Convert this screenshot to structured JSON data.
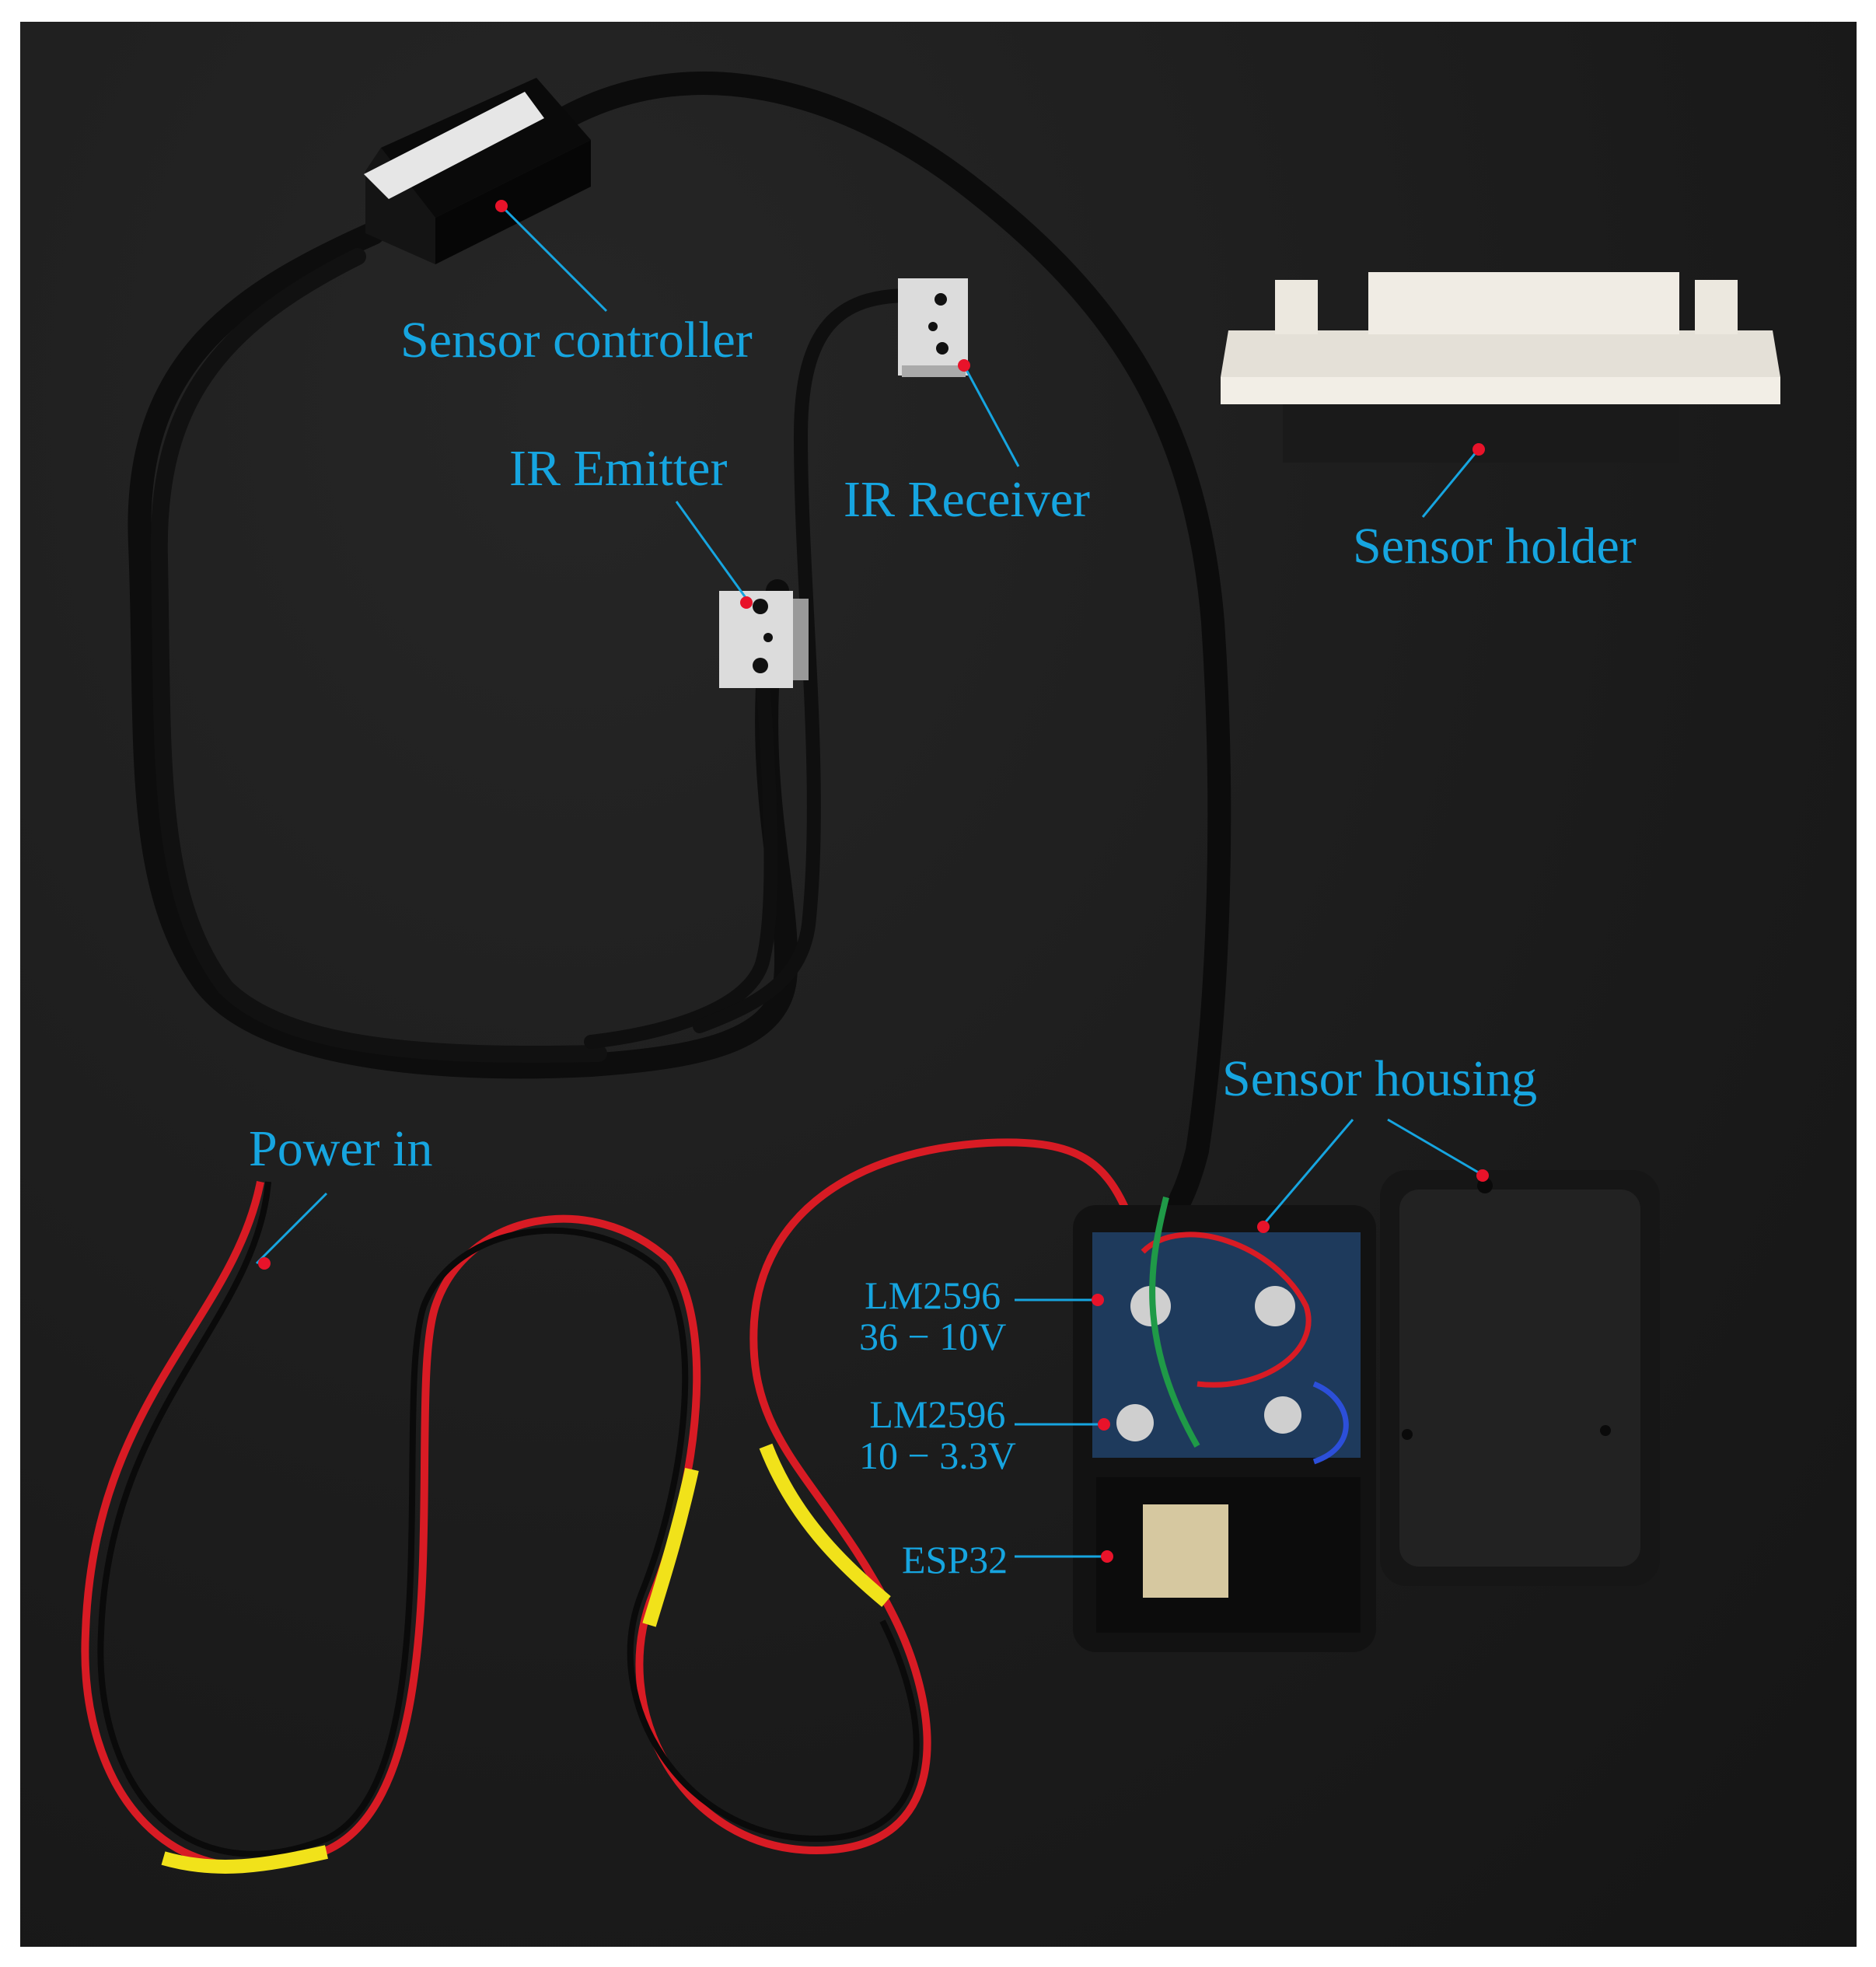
{
  "colors": {
    "background": "#1c1c1c",
    "label": "#16a5e0",
    "marker": "#e8132a",
    "cable": "#0b0b0b",
    "wire_red": "#d81b24",
    "wire_yellow": "#f1e21a",
    "holder_white": "#ece8e0",
    "housing_black": "#121212"
  },
  "labels": {
    "sensor_controller": "Sensor controller",
    "ir_emitter": "IR Emitter",
    "ir_receiver": "IR Receiver",
    "sensor_holder": "Sensor holder",
    "sensor_housing": "Sensor housing",
    "power_in": "Power in",
    "lm2596_a_line1": "LM2596",
    "lm2596_a_line2": "36 − 10V",
    "lm2596_b_line1": "LM2596",
    "lm2596_b_line2": "10 − 3.3V",
    "esp32": "ESP32"
  }
}
